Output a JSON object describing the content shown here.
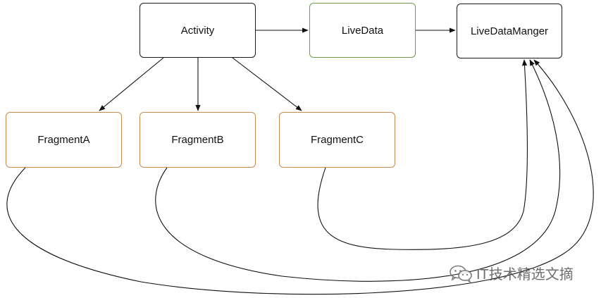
{
  "nodes": {
    "activity": "Activity",
    "livedata": "LiveData",
    "livedatamanager": "LiveDataManger",
    "fragment_a": "FragmentA",
    "fragment_b": "FragmentB",
    "fragment_c": "FragmentC"
  },
  "colors": {
    "default_border": "#1a1a1a",
    "livedata_border": "#6f9e4a",
    "fragment_border": "#c98a4e",
    "edge": "#111111"
  },
  "edges": [
    {
      "from": "Activity",
      "to": "LiveData"
    },
    {
      "from": "LiveData",
      "to": "LiveDataManger"
    },
    {
      "from": "Activity",
      "to": "FragmentA"
    },
    {
      "from": "Activity",
      "to": "FragmentB"
    },
    {
      "from": "Activity",
      "to": "FragmentC"
    },
    {
      "from": "FragmentA",
      "to": "LiveDataManger"
    },
    {
      "from": "FragmentB",
      "to": "LiveDataManger"
    },
    {
      "from": "FragmentC",
      "to": "LiveDataManger"
    }
  ],
  "watermark": {
    "text": "IT技术精选文摘",
    "icon": "wechat-icon"
  }
}
